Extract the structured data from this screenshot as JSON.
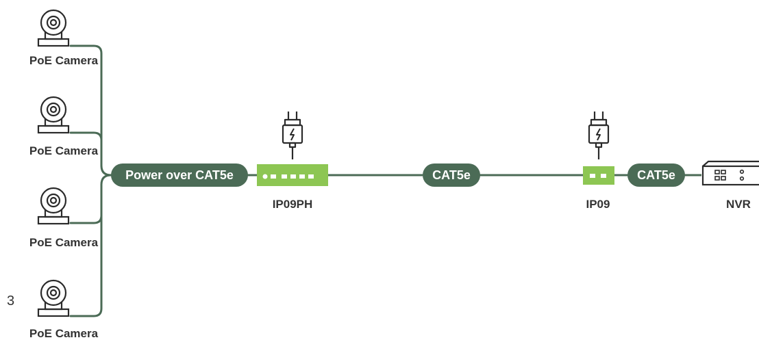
{
  "colors": {
    "line": "#4b6b56",
    "pill_fill": "#4b6b56",
    "device_fill": "#8dc653",
    "device_detail": "#ffffff",
    "icon_stroke": "#2a2a2a",
    "label": "#333333"
  },
  "cameras": [
    {
      "label": "PoE Camera",
      "icon": "camera-icon"
    },
    {
      "label": "PoE Camera",
      "icon": "camera-icon"
    },
    {
      "label": "PoE Camera",
      "icon": "camera-icon"
    },
    {
      "label": "PoE Camera",
      "icon": "camera-icon"
    }
  ],
  "stray_text": "3",
  "links": {
    "power_over_cat5e": "Power over CAT5e",
    "cat5e_middle": "CAT5e",
    "cat5e_right": "CAT5e"
  },
  "devices": {
    "ip09ph": {
      "label": "IP09PH",
      "power_icon": "power-adapter-icon"
    },
    "ip09": {
      "label": "IP09",
      "power_icon": "power-adapter-icon"
    },
    "nvr": {
      "label": "NVR",
      "icon": "nvr-icon"
    }
  }
}
